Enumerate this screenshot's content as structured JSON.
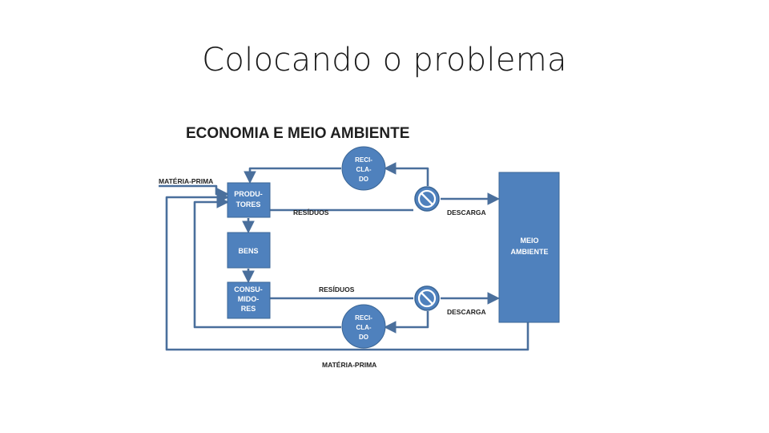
{
  "slide": {
    "title": "Colocando o problema"
  },
  "diagram": {
    "heading": "ECONOMIA E MEIO AMBIENTE",
    "colors": {
      "box_fill": "#4f81bd",
      "box_stroke": "#3b6696",
      "arrow": "#4a6f9c",
      "text_on_box": "#ffffff",
      "label": "#1f1f1f",
      "heading": "#1f1f1f"
    },
    "boxes": {
      "produtores": [
        "PRODU-",
        "TORES"
      ],
      "bens": [
        "BENS"
      ],
      "consumidores": [
        "CONSU-",
        "MIDO-",
        "RES"
      ],
      "meio_ambiente": [
        "MEIO",
        "AMBIENTE"
      ]
    },
    "recycle_circles": {
      "top": [
        "RECI-",
        "CLA-",
        "DO"
      ],
      "bottom": [
        "RECI-",
        "CLA-",
        "DO"
      ]
    },
    "labels": {
      "materia_prima_top": "MATÉRIA-PRIMA",
      "materia_prima_bottom": "MATÉRIA-PRIMA",
      "residuos_top": "RESÍDUOS",
      "residuos_bottom": "RESÍDUOS",
      "descarga_top": "DESCARGA",
      "descarga_bottom": "DESCARGA"
    },
    "icons": {
      "filter_top": "no-entry-icon",
      "filter_bottom": "no-entry-icon"
    }
  }
}
